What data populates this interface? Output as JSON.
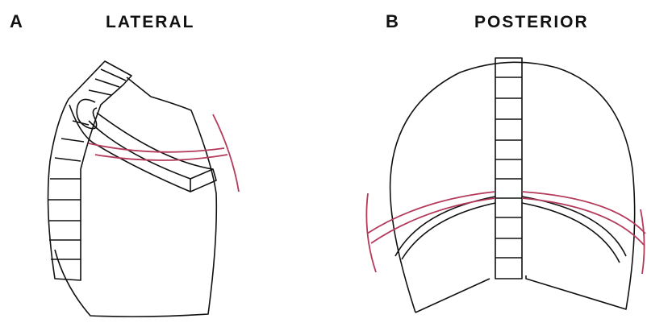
{
  "panels": [
    {
      "letter": "A",
      "title": "LATERAL"
    },
    {
      "letter": "B",
      "title": "POSTERIOR"
    }
  ],
  "colors": {
    "outline": "#111111",
    "rib": "#b33a5a",
    "background": "#ffffff"
  }
}
